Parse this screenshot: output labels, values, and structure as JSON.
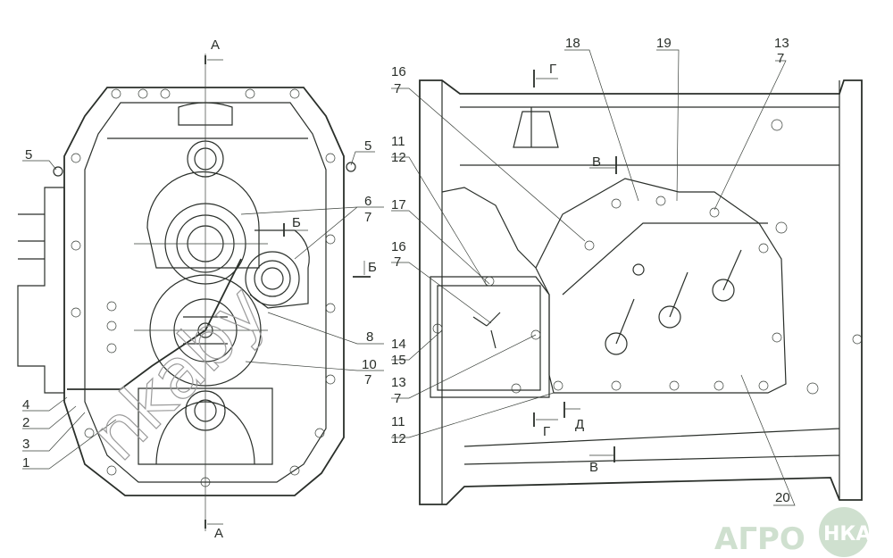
{
  "drawing": {
    "left_view": {
      "section_marks": {
        "top": "А",
        "bottom": "А",
        "b1": "Б",
        "b2": "Б"
      },
      "callouts": {
        "c5a": "5",
        "c5b": "5",
        "c6": "6",
        "c6_sub": "7",
        "c8": "8",
        "c10": "10",
        "c10_sub": "7",
        "c4": "4",
        "c2": "2",
        "c3": "3",
        "c1": "1"
      }
    },
    "right_view": {
      "section_marks": {
        "g_top": "Г",
        "v_top": "В",
        "g_bottom": "Г",
        "d_bottom": "Д",
        "v_bottom": "В"
      },
      "callouts": {
        "c16a": "16",
        "c16a_sub": "7",
        "c11a": "11",
        "c11a_sub": "12",
        "c17": "17",
        "c16b": "16",
        "c16b_sub": "7",
        "c14": "14",
        "c14_sub": "15",
        "c13a": "13",
        "c13a_sub": "7",
        "c11b": "11",
        "c11b_sub": "12",
        "c18": "18",
        "c19": "19",
        "c13b": "13",
        "c13b_sub": "7",
        "c20": "20"
      }
    },
    "watermark": "nkaby",
    "logo": {
      "left": "АГРО",
      "right": "НКА",
      "color": "#cfe0cf"
    }
  }
}
